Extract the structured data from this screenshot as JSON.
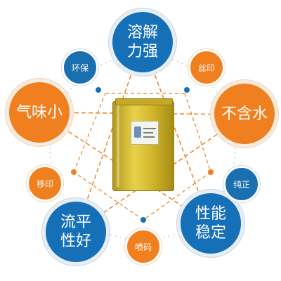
{
  "center_product": {
    "icon": "yellow-metal-can-icon"
  },
  "features_large": [
    {
      "label": "溶解\n力强",
      "color": "#1570b8"
    },
    {
      "label": "不含水",
      "color": "#f07f1f"
    },
    {
      "label": "性能\n稳定",
      "color": "#1570b8"
    },
    {
      "label": "流平\n性好",
      "color": "#1570b8"
    },
    {
      "label": "气味小",
      "color": "#f07f1f"
    }
  ],
  "features_small": [
    {
      "label": "丝印",
      "color": "#f07f1f"
    },
    {
      "label": "纯正",
      "color": "#1a6fb0"
    },
    {
      "label": "喷码",
      "color": "#f07f1f"
    },
    {
      "label": "移印",
      "color": "#f07f1f"
    },
    {
      "label": "环保",
      "color": "#1a6fb0"
    }
  ],
  "colors": {
    "blue": "#1570b8",
    "orange": "#f07f1f",
    "dashed_line": "#f07f1f",
    "node_dot": "#1570b8"
  }
}
